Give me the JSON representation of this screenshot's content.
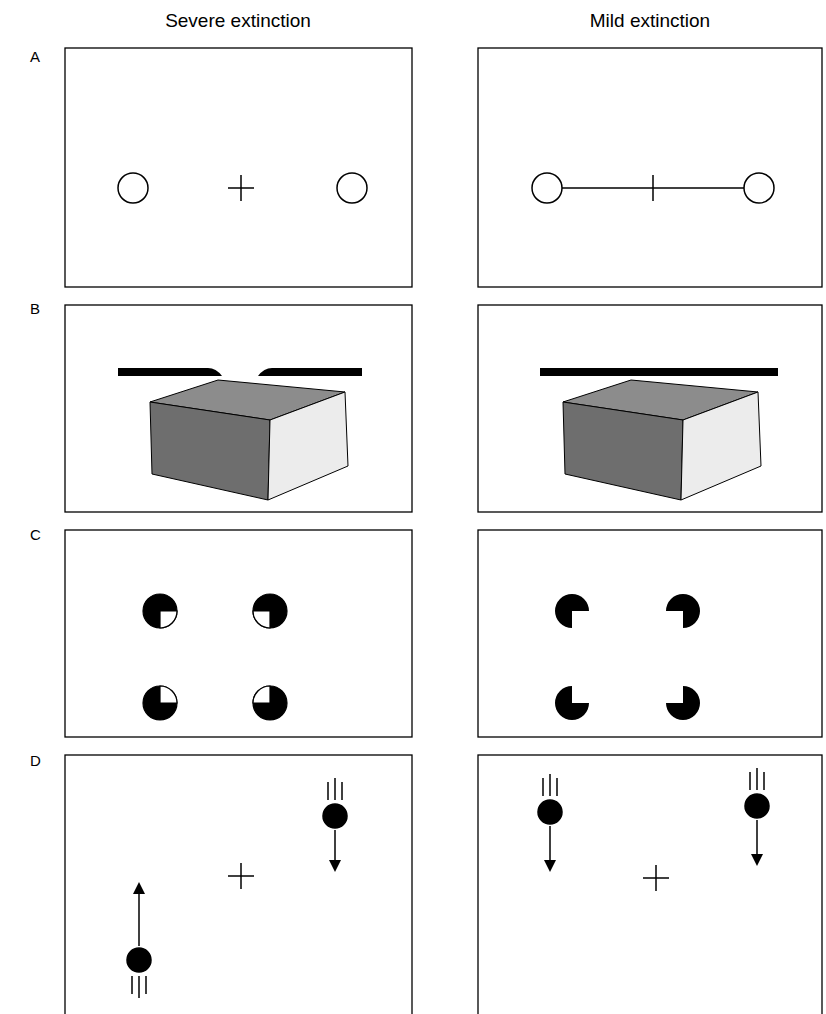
{
  "diagram": {
    "labels": [
      "Severe extinction",
      "Mild extinction",
      "A",
      "B",
      "C",
      "D"
    ]
  }
}
